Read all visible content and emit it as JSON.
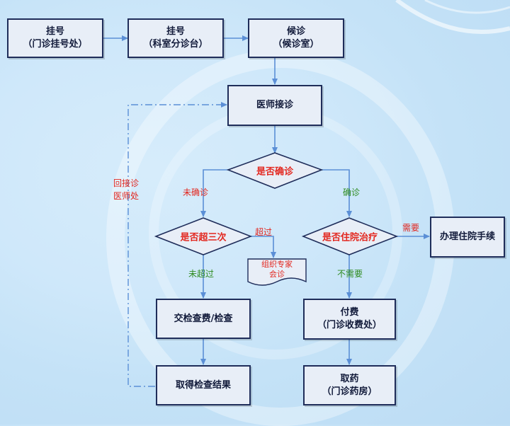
{
  "nodes": {
    "register_desk": {
      "line1": "挂号",
      "line2": "（门诊挂号处）"
    },
    "register_dept": {
      "line1": "挂号",
      "line2": "（科室分诊台）"
    },
    "wait": {
      "line1": "候诊",
      "line2": "（候诊室）"
    },
    "doctor": {
      "line1": "医师接诊"
    },
    "diagnosis": {
      "text": "是否确诊"
    },
    "over_three": {
      "text": "是否超三次"
    },
    "hospitalize": {
      "text": "是否住院治疗"
    },
    "admission": {
      "line1": "办理住院手续"
    },
    "expert": {
      "line1": "组织专家",
      "line2": "会诊"
    },
    "exam_pay": {
      "line1": "交检查费/检查"
    },
    "pay": {
      "line1": "付费",
      "line2": "（门诊收费处）"
    },
    "exam_result": {
      "line1": "取得检查结果"
    },
    "medicine": {
      "line1": "取药",
      "line2": "（门诊药房）"
    }
  },
  "labels": {
    "back_line1": "回接诊",
    "back_line2": "医师处",
    "not_confirmed": "未确诊",
    "confirmed": "确诊",
    "exceeded": "超过",
    "not_exceeded": "未超过",
    "need": "需要",
    "no_need": "不需要"
  },
  "colors": {
    "connector": "#5b8fd6",
    "node_border": "#1f2d5a",
    "yes_label": "#2e8b1f",
    "no_label": "#e3261e"
  }
}
